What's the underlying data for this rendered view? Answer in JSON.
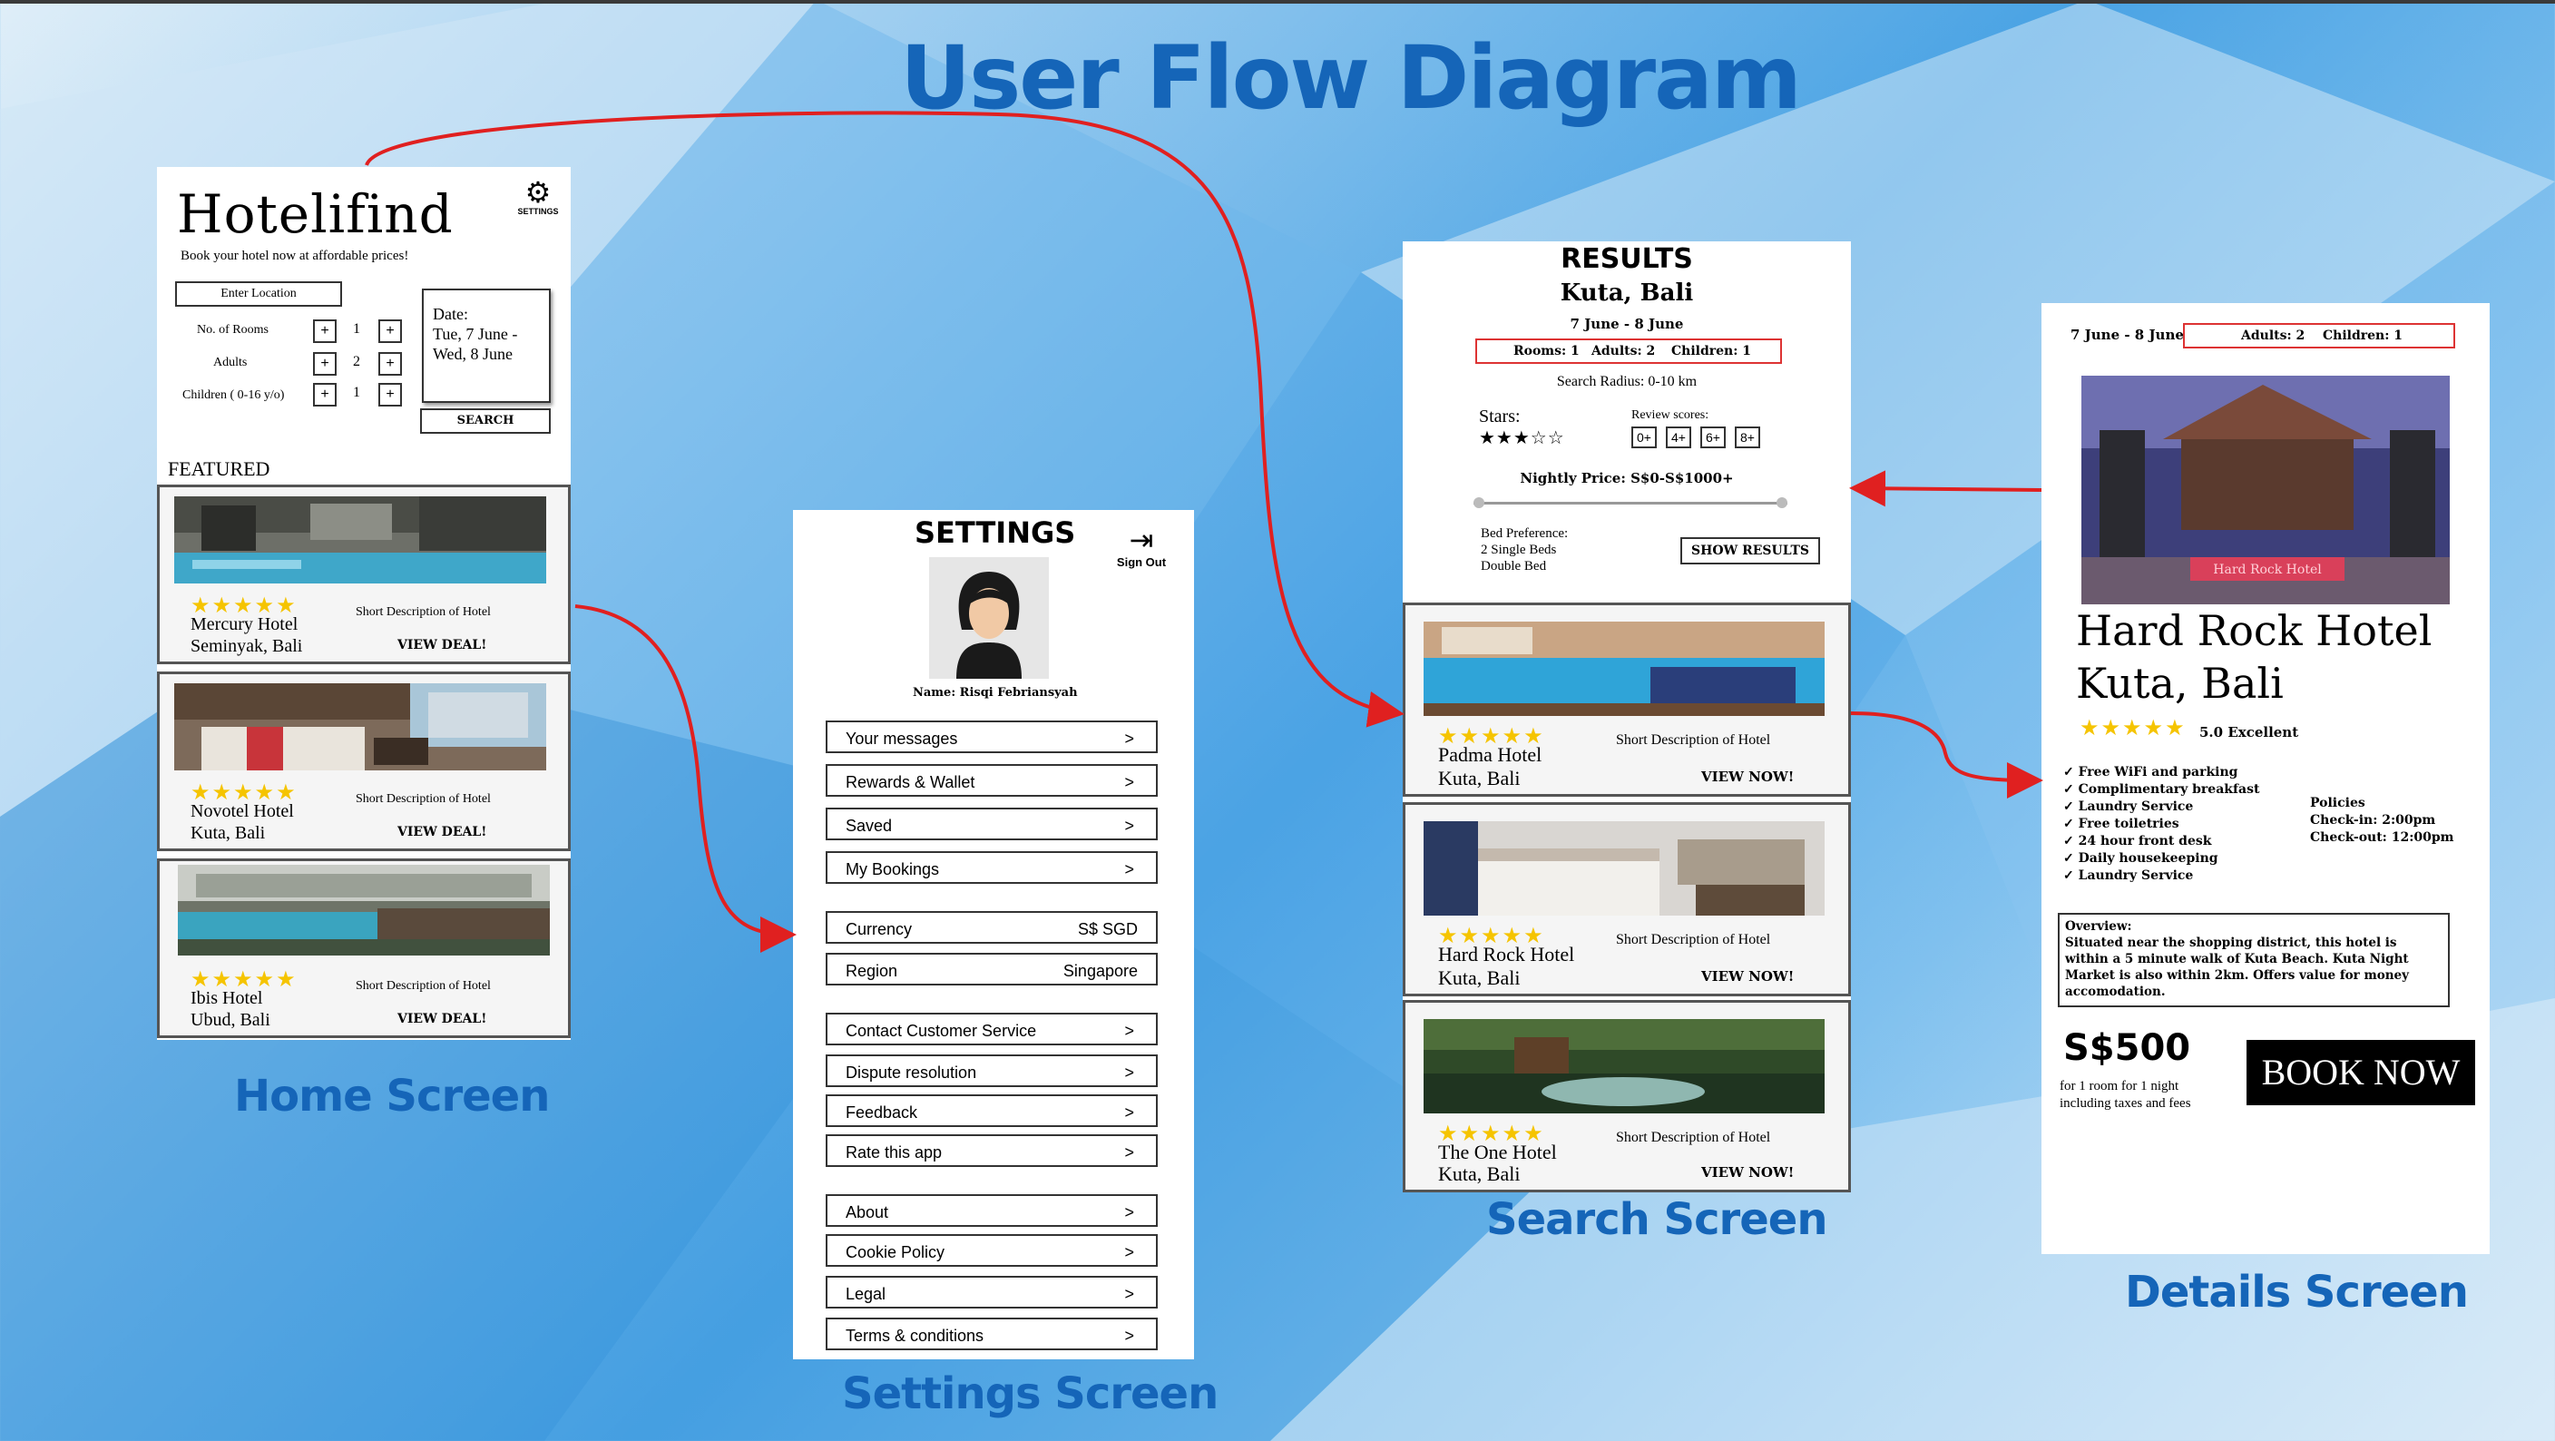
{
  "title": "User Flow Diagram",
  "captions": {
    "home": "Home Screen",
    "settings": "Settings Screen",
    "search": "Search Screen",
    "details": "Details Screen"
  },
  "home": {
    "brand": "Hotelifind",
    "tagline": "Book your hotel now at affordable prices!",
    "settings_label": "SETTINGS",
    "location_placeholder": "Enter Location",
    "rooms_label": "No. of Rooms",
    "rooms_value": "1",
    "adults_label": "Adults",
    "adults_value": "2",
    "children_label": "Children ( 0-16 y/o)",
    "children_value": "1",
    "plus": "+",
    "date_label": "Date:",
    "date_line1": "Tue, 7 June -",
    "date_line2": "Wed, 8 June",
    "search_button": "SEARCH",
    "featured_label": "FEATURED",
    "hotels": [
      {
        "name": "Mercury Hotel",
        "location": "Seminyak, Bali",
        "description": "Short Description of Hotel",
        "cta": "VIEW DEAL!",
        "stars": "★★★★★"
      },
      {
        "name": "Novotel Hotel",
        "location": "Kuta, Bali",
        "description": "Short Description of Hotel",
        "cta": "VIEW DEAL!",
        "stars": "★★★★★"
      },
      {
        "name": "Ibis Hotel",
        "location": "Ubud, Bali",
        "description": "Short Description of Hotel",
        "cta": "VIEW DEAL!",
        "stars": "★★★★★"
      }
    ]
  },
  "settings": {
    "title": "SETTINGS",
    "sign_out": "Sign Out",
    "name_line": "Name: Risqi Febriansyah",
    "chevron": ">",
    "rows": [
      {
        "label": "Your messages"
      },
      {
        "label": "Rewards & Wallet"
      },
      {
        "label": "Saved"
      },
      {
        "label": "My Bookings"
      },
      {
        "label": "Currency",
        "value": "S$ SGD"
      },
      {
        "label": "Region",
        "value": "Singapore"
      },
      {
        "label": "Contact Customer Service"
      },
      {
        "label": "Dispute resolution"
      },
      {
        "label": "Feedback"
      },
      {
        "label": "Rate this app"
      },
      {
        "label": "About"
      },
      {
        "label": "Cookie Policy"
      },
      {
        "label": "Legal"
      },
      {
        "label": "Terms & conditions"
      }
    ]
  },
  "search": {
    "title": "RESULTS",
    "location": "Kuta, Bali",
    "dates": "7 June - 8 June",
    "rooms": "Rooms: 1",
    "adults": "Adults: 2",
    "children": "Children: 1",
    "radius": "Search Radius: 0-10 km",
    "stars_label": "Stars:",
    "stars_value": "★★★☆☆",
    "review_label": "Review scores:",
    "review_options": [
      "0+",
      "4+",
      "6+",
      "8+"
    ],
    "price_label": "Nightly Price: S$0-S$1000+",
    "price_min_fraction": 0,
    "price_max_fraction": 1,
    "bed_label": "Bed Preference:",
    "bed_option1": "2 Single Beds",
    "bed_option2": "Double Bed",
    "show_results": "SHOW RESULTS",
    "hotels": [
      {
        "name": "Padma Hotel",
        "location": "Kuta, Bali",
        "description": "Short Description of Hotel",
        "cta": "VIEW NOW!",
        "stars": "★★★★★"
      },
      {
        "name": "Hard Rock Hotel",
        "location": "Kuta, Bali",
        "description": "Short Description of Hotel",
        "cta": "VIEW NOW!",
        "stars": "★★★★★"
      },
      {
        "name": "The One Hotel",
        "location": "Kuta, Bali",
        "description": "Short Description of Hotel",
        "cta": "VIEW NOW!",
        "stars": "★★★★★"
      }
    ]
  },
  "details": {
    "dates": "7 June - 8 June",
    "adults": "Adults: 2",
    "children": "Children: 1",
    "sign_text": "Hard Rock Hotel",
    "name_line1": "Hard Rock Hotel",
    "name_line2": "Kuta, Bali",
    "stars": "★★★★★",
    "rating": "5.0 Excellent",
    "amenities": [
      "✓ Free WiFi and parking",
      "✓ Complimentary breakfast",
      "✓ Laundry Service",
      "✓ Free toiletries",
      "✓ 24 hour front desk",
      "✓ Daily housekeeping",
      "✓ Laundry Service"
    ],
    "policies_title": "Policies",
    "check_in": "Check-in: 2:00pm",
    "check_out": "Check-out: 12:00pm",
    "overview_title": "Overview:",
    "overview_text": "Situated near the shopping district, this hotel is within a 5 minute walk of Kuta Beach. Kuta Night Market is also within 2km. Offers value for money accomodation.",
    "price": "S$500",
    "price_note": "for 1 room for 1 night including taxes and fees",
    "book_button": "BOOK NOW"
  },
  "colors": {
    "title_blue": "#1565b8",
    "arrow_red": "#e02020",
    "star_yellow": "#f5c400"
  }
}
